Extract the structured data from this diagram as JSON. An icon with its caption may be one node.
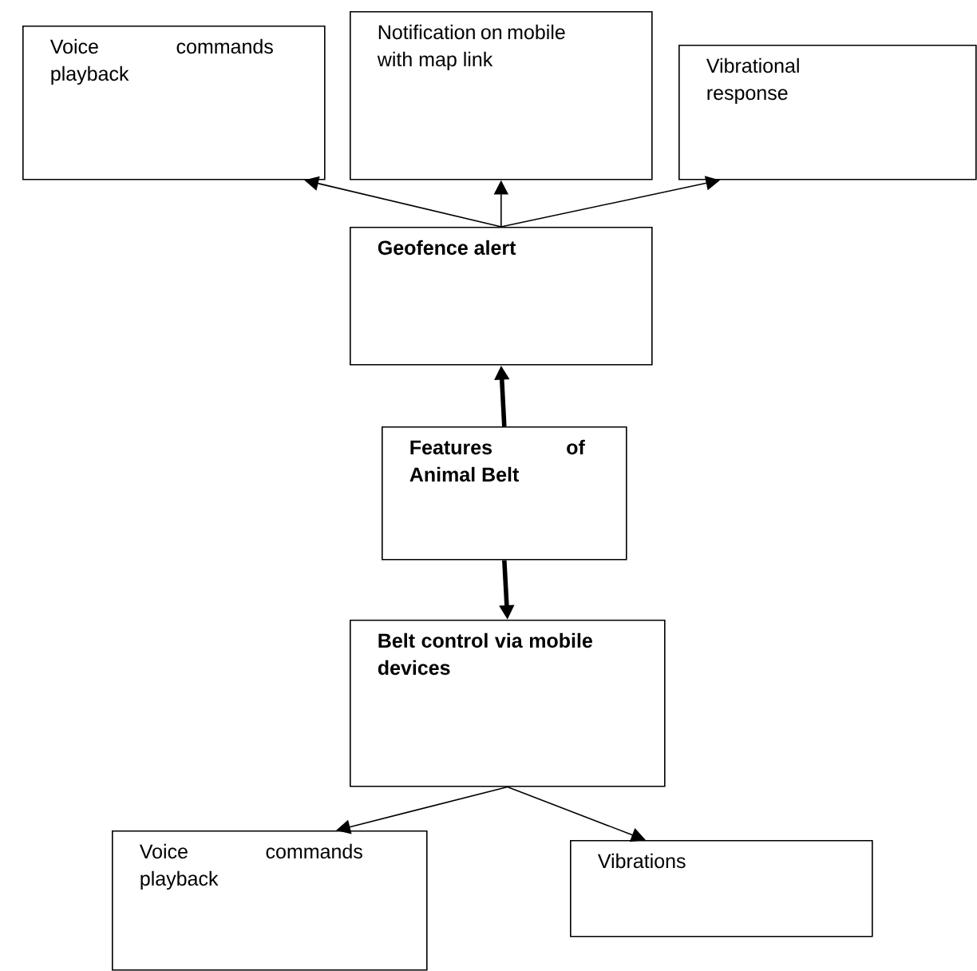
{
  "diagram": {
    "nodes": [
      {
        "text": [
          "Voice commands playback"
        ]
      },
      {
        "text": [
          "Notification on mobile with map link"
        ]
      },
      {
        "text": [
          "Vibrational response"
        ]
      },
      {
        "text": [
          "Geofence alert"
        ]
      },
      {
        "text": [
          "Features of Animal Belt"
        ]
      },
      {
        "text": [
          "Belt control via mobile devices"
        ]
      },
      {
        "text": [
          "Voice commands playback"
        ]
      },
      {
        "text": [
          "Vibrations"
        ]
      }
    ],
    "edges": [
      {
        "from": 3,
        "to": 0,
        "arrow": "to"
      },
      {
        "from": 3,
        "to": 1,
        "arrow": "to"
      },
      {
        "from": 3,
        "to": 2,
        "arrow": "to"
      },
      {
        "from": 4,
        "to": 3,
        "arrow": "to",
        "style": "thick"
      },
      {
        "from": 4,
        "to": 5,
        "arrow": "to",
        "style": "thick"
      },
      {
        "from": 5,
        "to": 6,
        "arrow": "to"
      },
      {
        "from": 5,
        "to": 7,
        "arrow": "to"
      }
    ]
  }
}
